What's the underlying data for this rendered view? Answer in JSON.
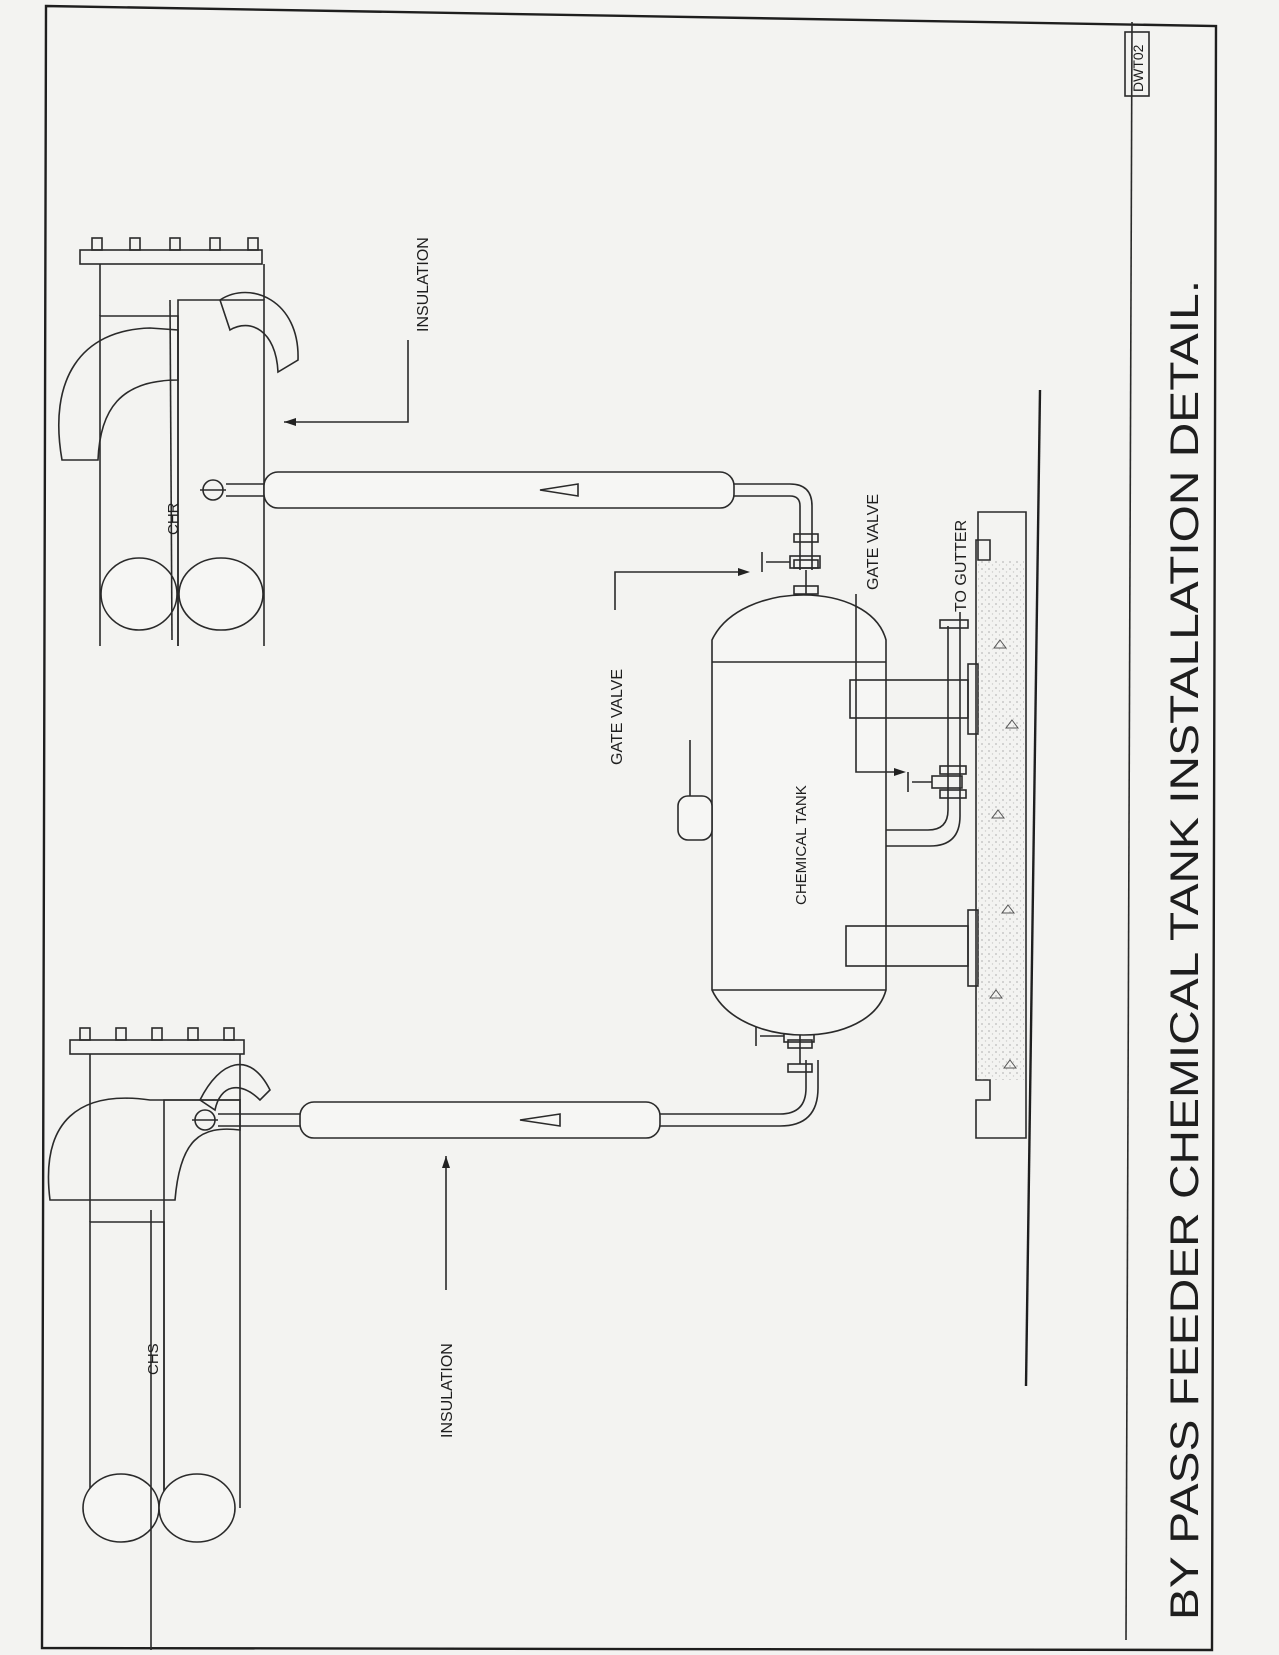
{
  "drawing_id": "DWT02",
  "title": "BY PASS FEEDER CHEMICAL TANK INSTALLATION DETAIL.",
  "labels": {
    "chs": "CHS",
    "chr": "CHR",
    "insulation_left": "INSULATION",
    "insulation_right": "INSULATION",
    "gate_valve_1": "GATE VALVE",
    "gate_valve_2": "GATE VALVE",
    "to_gutter": "TO GUTTER",
    "chemical_tank": "CHEMICAL TANK"
  }
}
